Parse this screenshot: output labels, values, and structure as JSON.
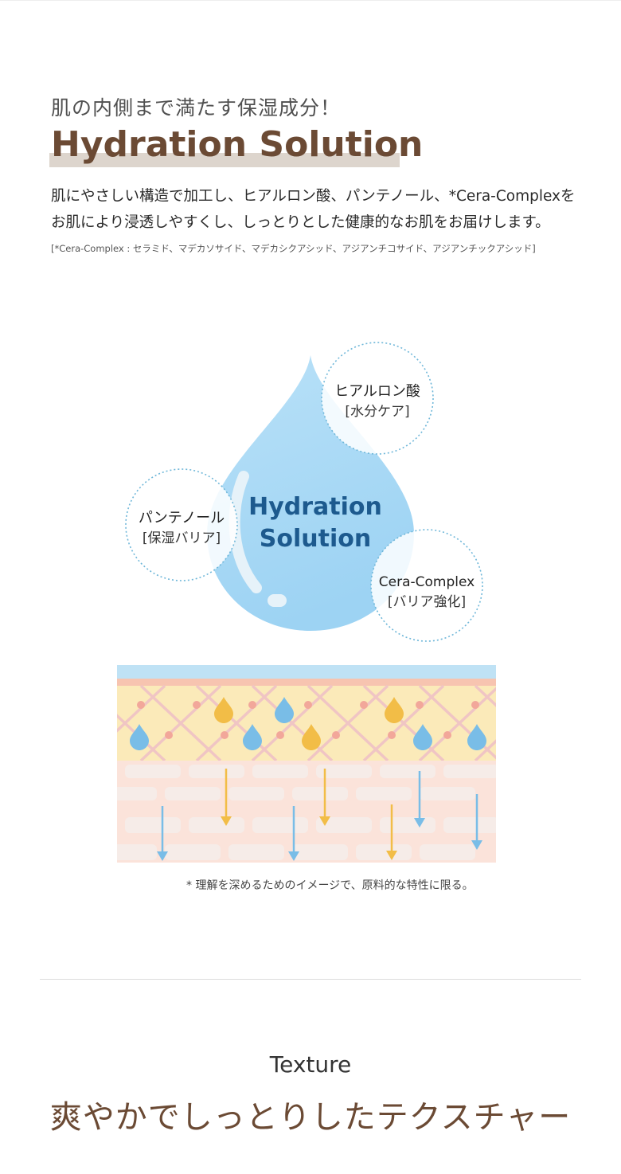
{
  "header": {
    "subtitle": "肌の内側まで満たす保湿成分！",
    "title": "Hydration Solution"
  },
  "description": {
    "line1": "肌にやさしい構造で加工し、ヒアルロン酸、パンテノール、*Cera-Complexを",
    "line2": "お肌により浸透しやすくし、しっとりとした健康的なお肌をお届けします。",
    "note": "[*Cera-Complex : セラミド、マデカソサイド、マデカシクアシッド、アジアンチコサイド、アジアンチックアシッド]"
  },
  "diagram": {
    "center_line1": "Hydration",
    "center_line2": "Solution",
    "bubbles": [
      {
        "name": "ヒアルロン酸",
        "role": "[水分ケア]"
      },
      {
        "name": "パンテノール",
        "role": "[保湿バリア]"
      },
      {
        "name": "Cera-Complex",
        "role": "[バリア強化]"
      }
    ],
    "colors": {
      "drop": "#a6d8f5",
      "center_text": "#1d5a8e",
      "bubble_border": "#6fb7d9",
      "skin_top": "#bfe2f5",
      "skin_band": "#f7c4b0",
      "skin_layer": "#fbeab9",
      "skin_lower": "#fbe3da",
      "arrow_yellow": "#f2bd47",
      "arrow_blue": "#79bde7"
    }
  },
  "disclaimer": "* 理解を深めるためのイメージで、原料的な特性に限る。",
  "texture": {
    "label_en": "Texture",
    "title_jp": "爽やかでしっとりしたテクスチャー"
  }
}
